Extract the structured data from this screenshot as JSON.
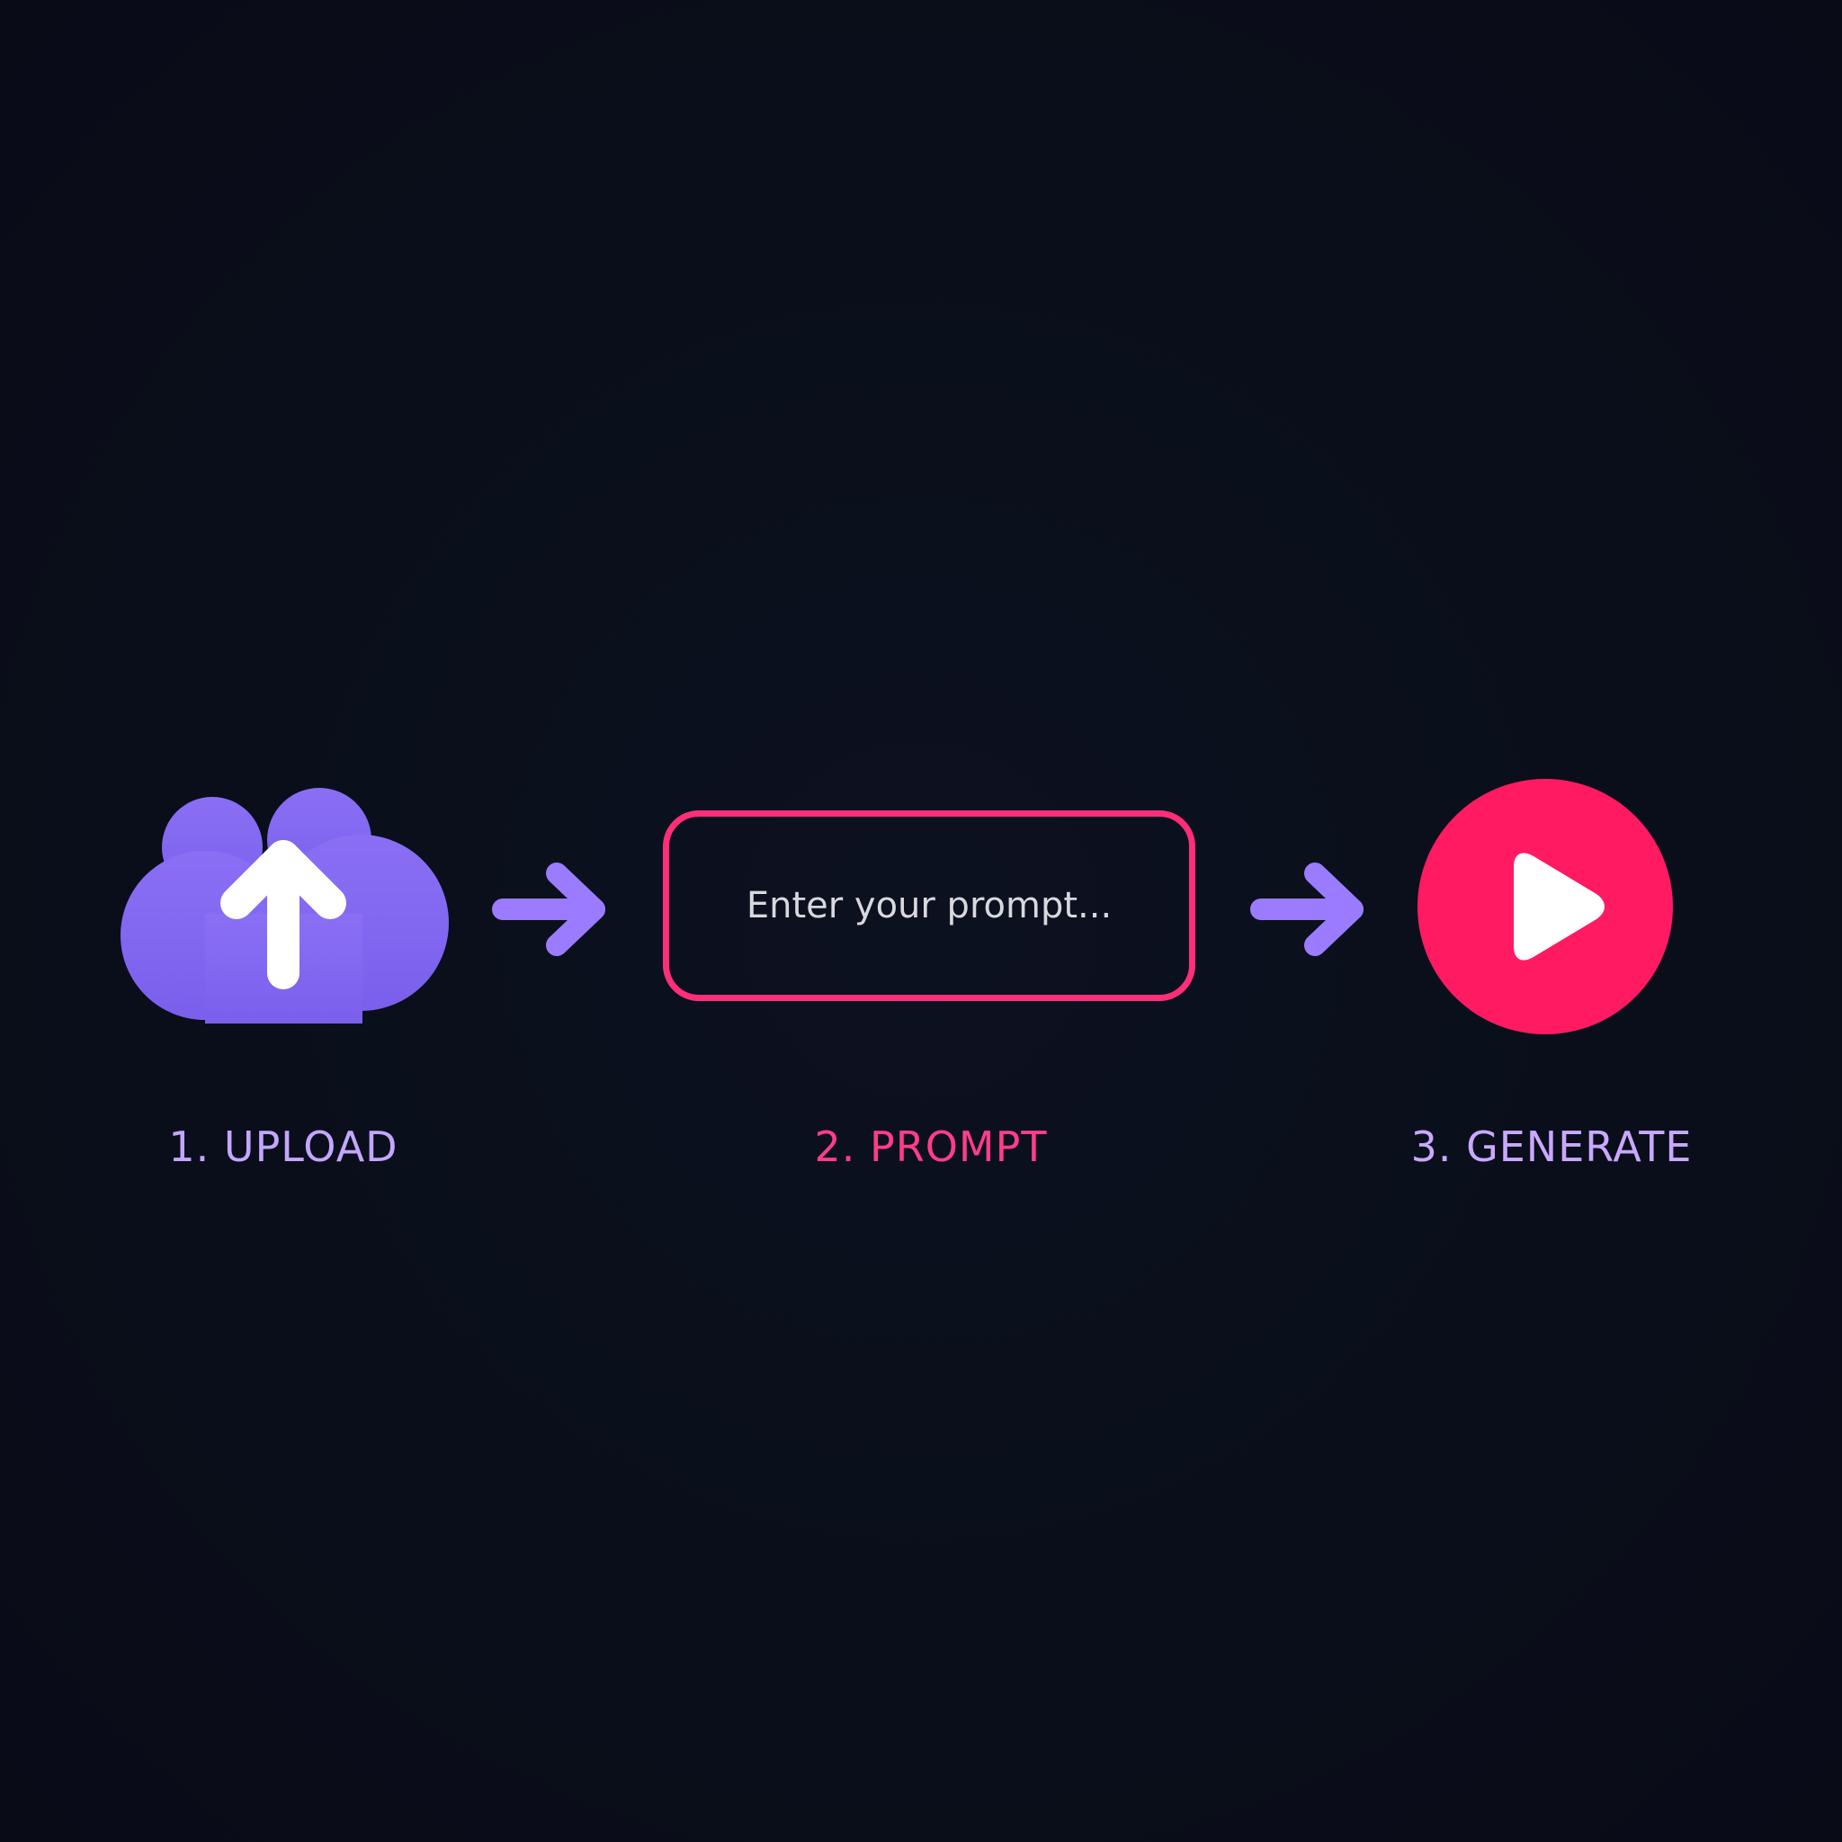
{
  "steps": [
    {
      "label": "1. UPLOAD",
      "icon": "cloud-upload-icon",
      "color": "#7b61ee"
    },
    {
      "label": "2. PROMPT",
      "placeholder": "Enter your prompt...",
      "color": "#ff2e78"
    },
    {
      "label": "3. GENERATE",
      "icon": "play-icon",
      "color": "#ff1a62"
    }
  ],
  "arrows": {
    "icon": "arrow-right-icon",
    "color": "#9b7bff"
  },
  "colors": {
    "background": "#0b0f1c",
    "upload_label": "#c4a6ff",
    "prompt_label": "#ff3d8a",
    "generate_label": "#caa8ff"
  }
}
